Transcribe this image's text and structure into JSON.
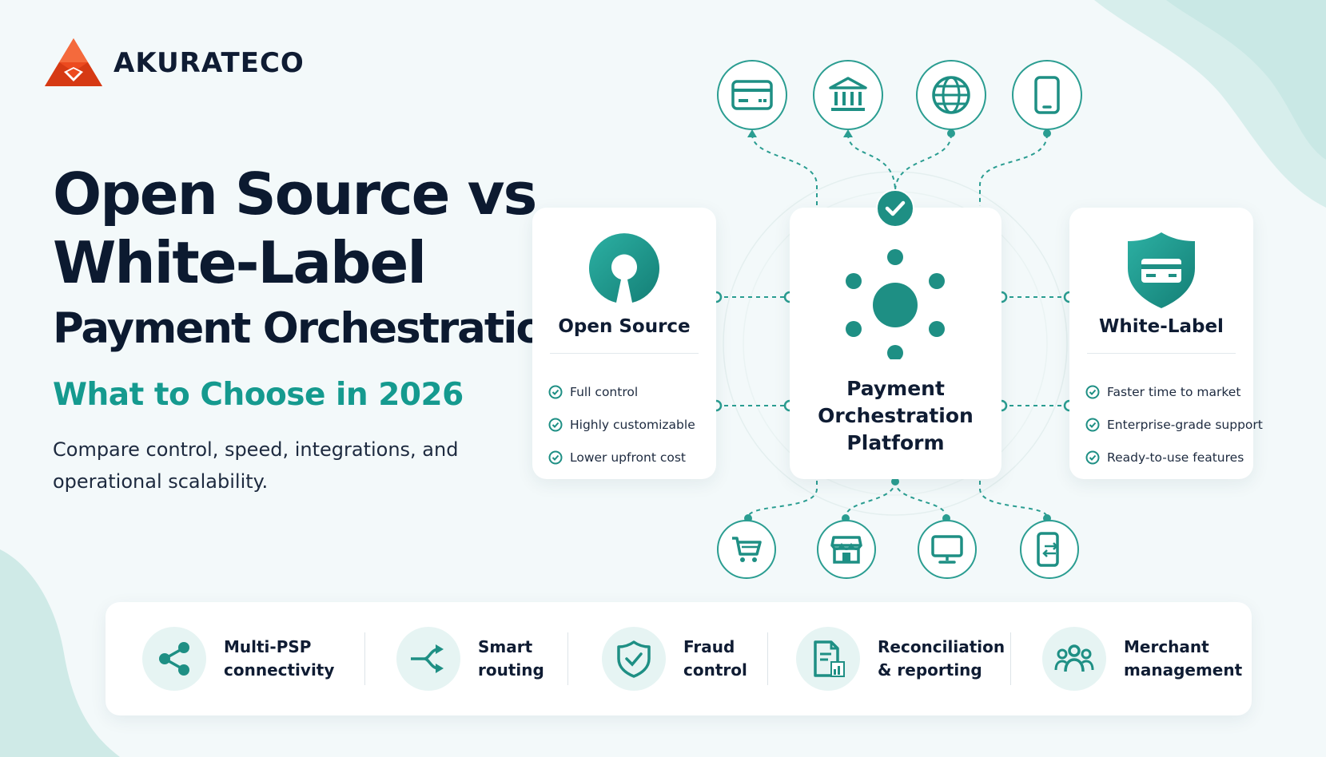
{
  "brand": {
    "name": "AKURATECO",
    "logo_color": "#ec4a1f"
  },
  "hero": {
    "title_line1": "Open Source vs",
    "title_line2": "White-Label",
    "title_line3": "Payment Orchestration",
    "subtitle": "What to Choose in 2026",
    "description": "Compare control, speed, integrations, and operational scalability."
  },
  "colors": {
    "accent": "#159a8f",
    "dark_text": "#0c1a30",
    "background": "#f3f9fa"
  },
  "top_icons": [
    "credit-card-icon",
    "bank-icon",
    "globe-icon",
    "smartphone-icon"
  ],
  "bottom_icons": [
    "shopping-cart-icon",
    "storefront-icon",
    "monitor-icon",
    "mobile-transfer-icon"
  ],
  "open_source": {
    "title": "Open Source",
    "features": [
      "Full control",
      "Highly customizable",
      "Lower upfront cost"
    ]
  },
  "center": {
    "title_line1": "Payment",
    "title_line2": "Orchestration",
    "title_line3": "Platform"
  },
  "white_label": {
    "title": "White-Label",
    "features": [
      "Faster time to market",
      "Enterprise-grade support",
      "Ready-to-use features"
    ]
  },
  "bottom_bar": [
    {
      "icon": "network-share-icon",
      "line1": "Multi-PSP",
      "line2": "connectivity"
    },
    {
      "icon": "split-route-icon",
      "line1": "Smart",
      "line2": "routing"
    },
    {
      "icon": "shield-check-icon",
      "line1": "Fraud",
      "line2": "control"
    },
    {
      "icon": "report-document-icon",
      "line1": "Reconciliation",
      "line2": "& reporting"
    },
    {
      "icon": "users-group-icon",
      "line1": "Merchant",
      "line2": "management"
    }
  ]
}
